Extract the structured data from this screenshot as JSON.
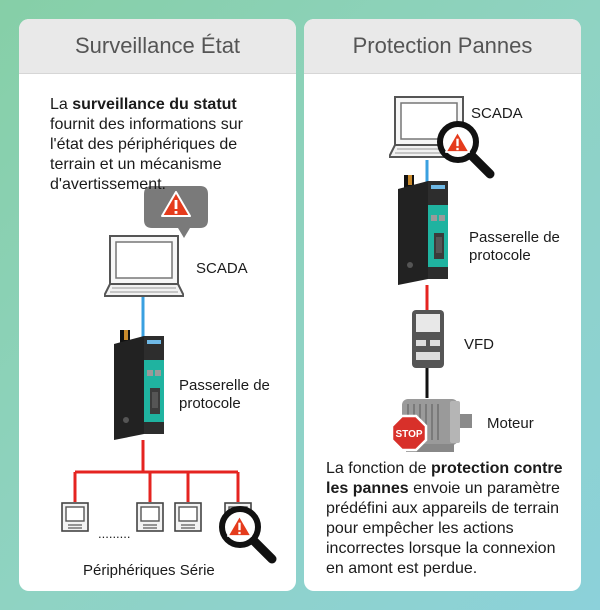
{
  "left": {
    "title": "Surveillance État",
    "desc_pre": "La ",
    "desc_bold": "surveillance du statut",
    "desc_post": " fournit des informations sur l'état des périphériques de terrain et un mécanisme d'avertissement.",
    "scada_label": "SCADA",
    "gateway_label_1": "Passerelle de",
    "gateway_label_2": "protocole",
    "dots": ".........",
    "devices_label": "Périphériques Série"
  },
  "right": {
    "title": "Protection Pannes",
    "scada_label": "SCADA",
    "gateway_label_1": "Passerelle de",
    "gateway_label_2": "protocole",
    "vfd_label": "VFD",
    "motor_label": "Moteur",
    "stop_text": "STOP",
    "desc_pre": "La fonction de ",
    "desc_bold": "protection contre les pannes",
    "desc_post": " envoie un paramètre prédéfini aux appareils de terrain pour empêcher les actions incorrectes lorsque la connexion en amont est perdue."
  },
  "colors": {
    "ethernet_line": "#3aa0e0",
    "serial_line": "#e52420",
    "warning": "#e53b1c",
    "stop": "#d8302a"
  }
}
